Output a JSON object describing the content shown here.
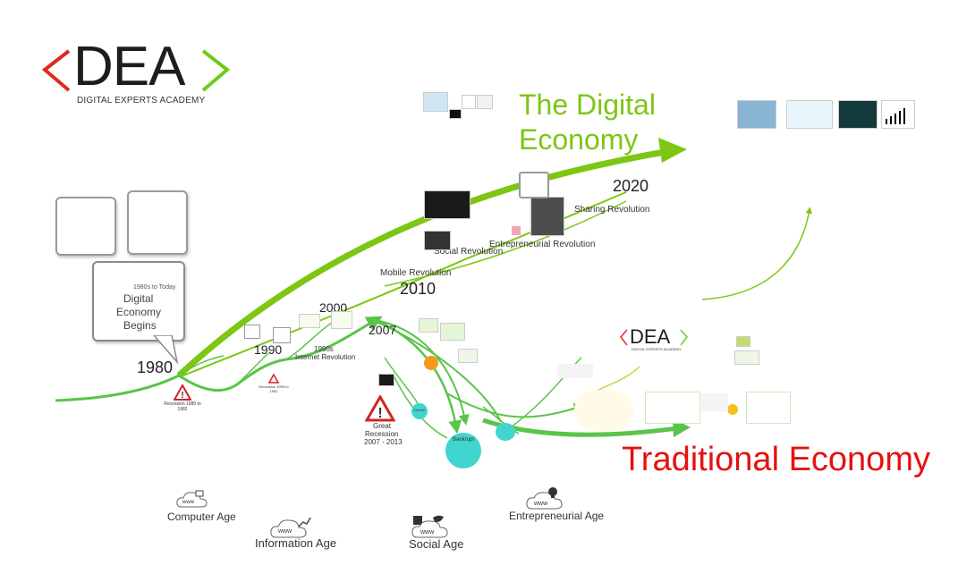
{
  "logo": {
    "main": "DEA",
    "tagline": "DIGITAL EXPERTS ACADEMY"
  },
  "headings": {
    "digital_line1": "The Digital",
    "digital_line2": "Economy",
    "traditional": "Traditional Economy"
  },
  "years": {
    "y1980": "1980",
    "y1990": "1990",
    "y2000": "2000",
    "y2007": "2007",
    "y2010": "2010",
    "y2020": "2020"
  },
  "bubble_main": {
    "title_line1": "Digital",
    "title_line2": "Economy",
    "title_line3": "Begins",
    "overlay": "1980s to Today"
  },
  "revolutions": {
    "sharing": "Sharing Revolution",
    "entrepreneurial": "Entrepreneurial Revolution",
    "social": "Social Revolution",
    "mobile": "Mobile Revolution",
    "internet_line1": "1990s",
    "internet_line2": "Internet Revolution"
  },
  "recessions": {
    "great_line1": "Great",
    "great_line2": "Recession",
    "great_line3": "2007 - 2013",
    "early_1980": "Recession 1980 to 1982",
    "early_1990": "Recession 1990 to 1992"
  },
  "ages": {
    "computer": "Computer Age",
    "information": "Information Age",
    "social": "Social Age",
    "entrepreneurial": "Entrepreneurial Age"
  },
  "cloud_text": "www",
  "logo_small": {
    "main": "DEA",
    "tagline": "DIGITAL EXPERTS ACADEMY"
  },
  "nodes": {
    "bankrupt": "Bankrupt",
    "dental": "Dental"
  },
  "colors": {
    "brand_red": "#e02a1b",
    "brand_green": "#6fcb1a",
    "arrow_green": "#5ac44a",
    "digital_green": "#7dc613",
    "node_teal": "#40d6cf",
    "traditional_red": "#e4120f"
  }
}
